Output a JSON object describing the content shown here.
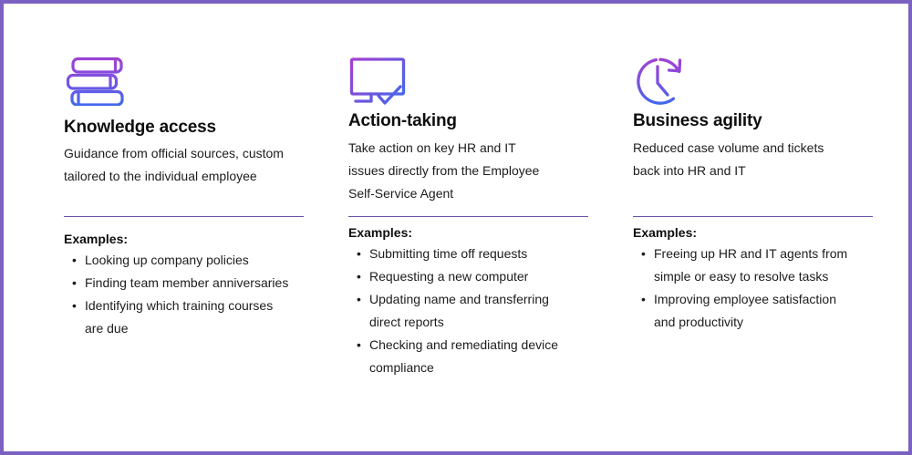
{
  "page": {
    "border_color": "#7B61C1",
    "divider_color": "#6B51A6",
    "icon_gradient_top": "#A43FD0",
    "icon_gradient_bottom": "#3E69ED",
    "background": "#ffffff"
  },
  "columns": [
    {
      "icon": "books-icon",
      "title": "Knowledge access",
      "description": "Guidance from official sources, custom\ntailored to the individual employee",
      "examples_label": "Examples:",
      "examples": [
        "Looking up company policies",
        "Finding team member anniversaries",
        "Identifying which training courses\nare due"
      ]
    },
    {
      "icon": "monitor-check-icon",
      "title": "Action-taking",
      "description": "Take action on key HR and IT\nissues directly from the Employee\nSelf-Service Agent",
      "examples_label": "Examples:",
      "examples": [
        "Submitting time off requests",
        "Requesting a new computer",
        "Updating name and transferring\ndirect reports",
        "Checking and remediating device\ncompliance"
      ]
    },
    {
      "icon": "clock-refresh-icon",
      "title": "Business agility",
      "description": "Reduced case volume and tickets\nback into HR and IT",
      "examples_label": "Examples:",
      "examples": [
        "Freeing up HR and IT agents from\nsimple or easy to resolve tasks",
        "Improving employee satisfaction\nand productivity"
      ]
    }
  ]
}
